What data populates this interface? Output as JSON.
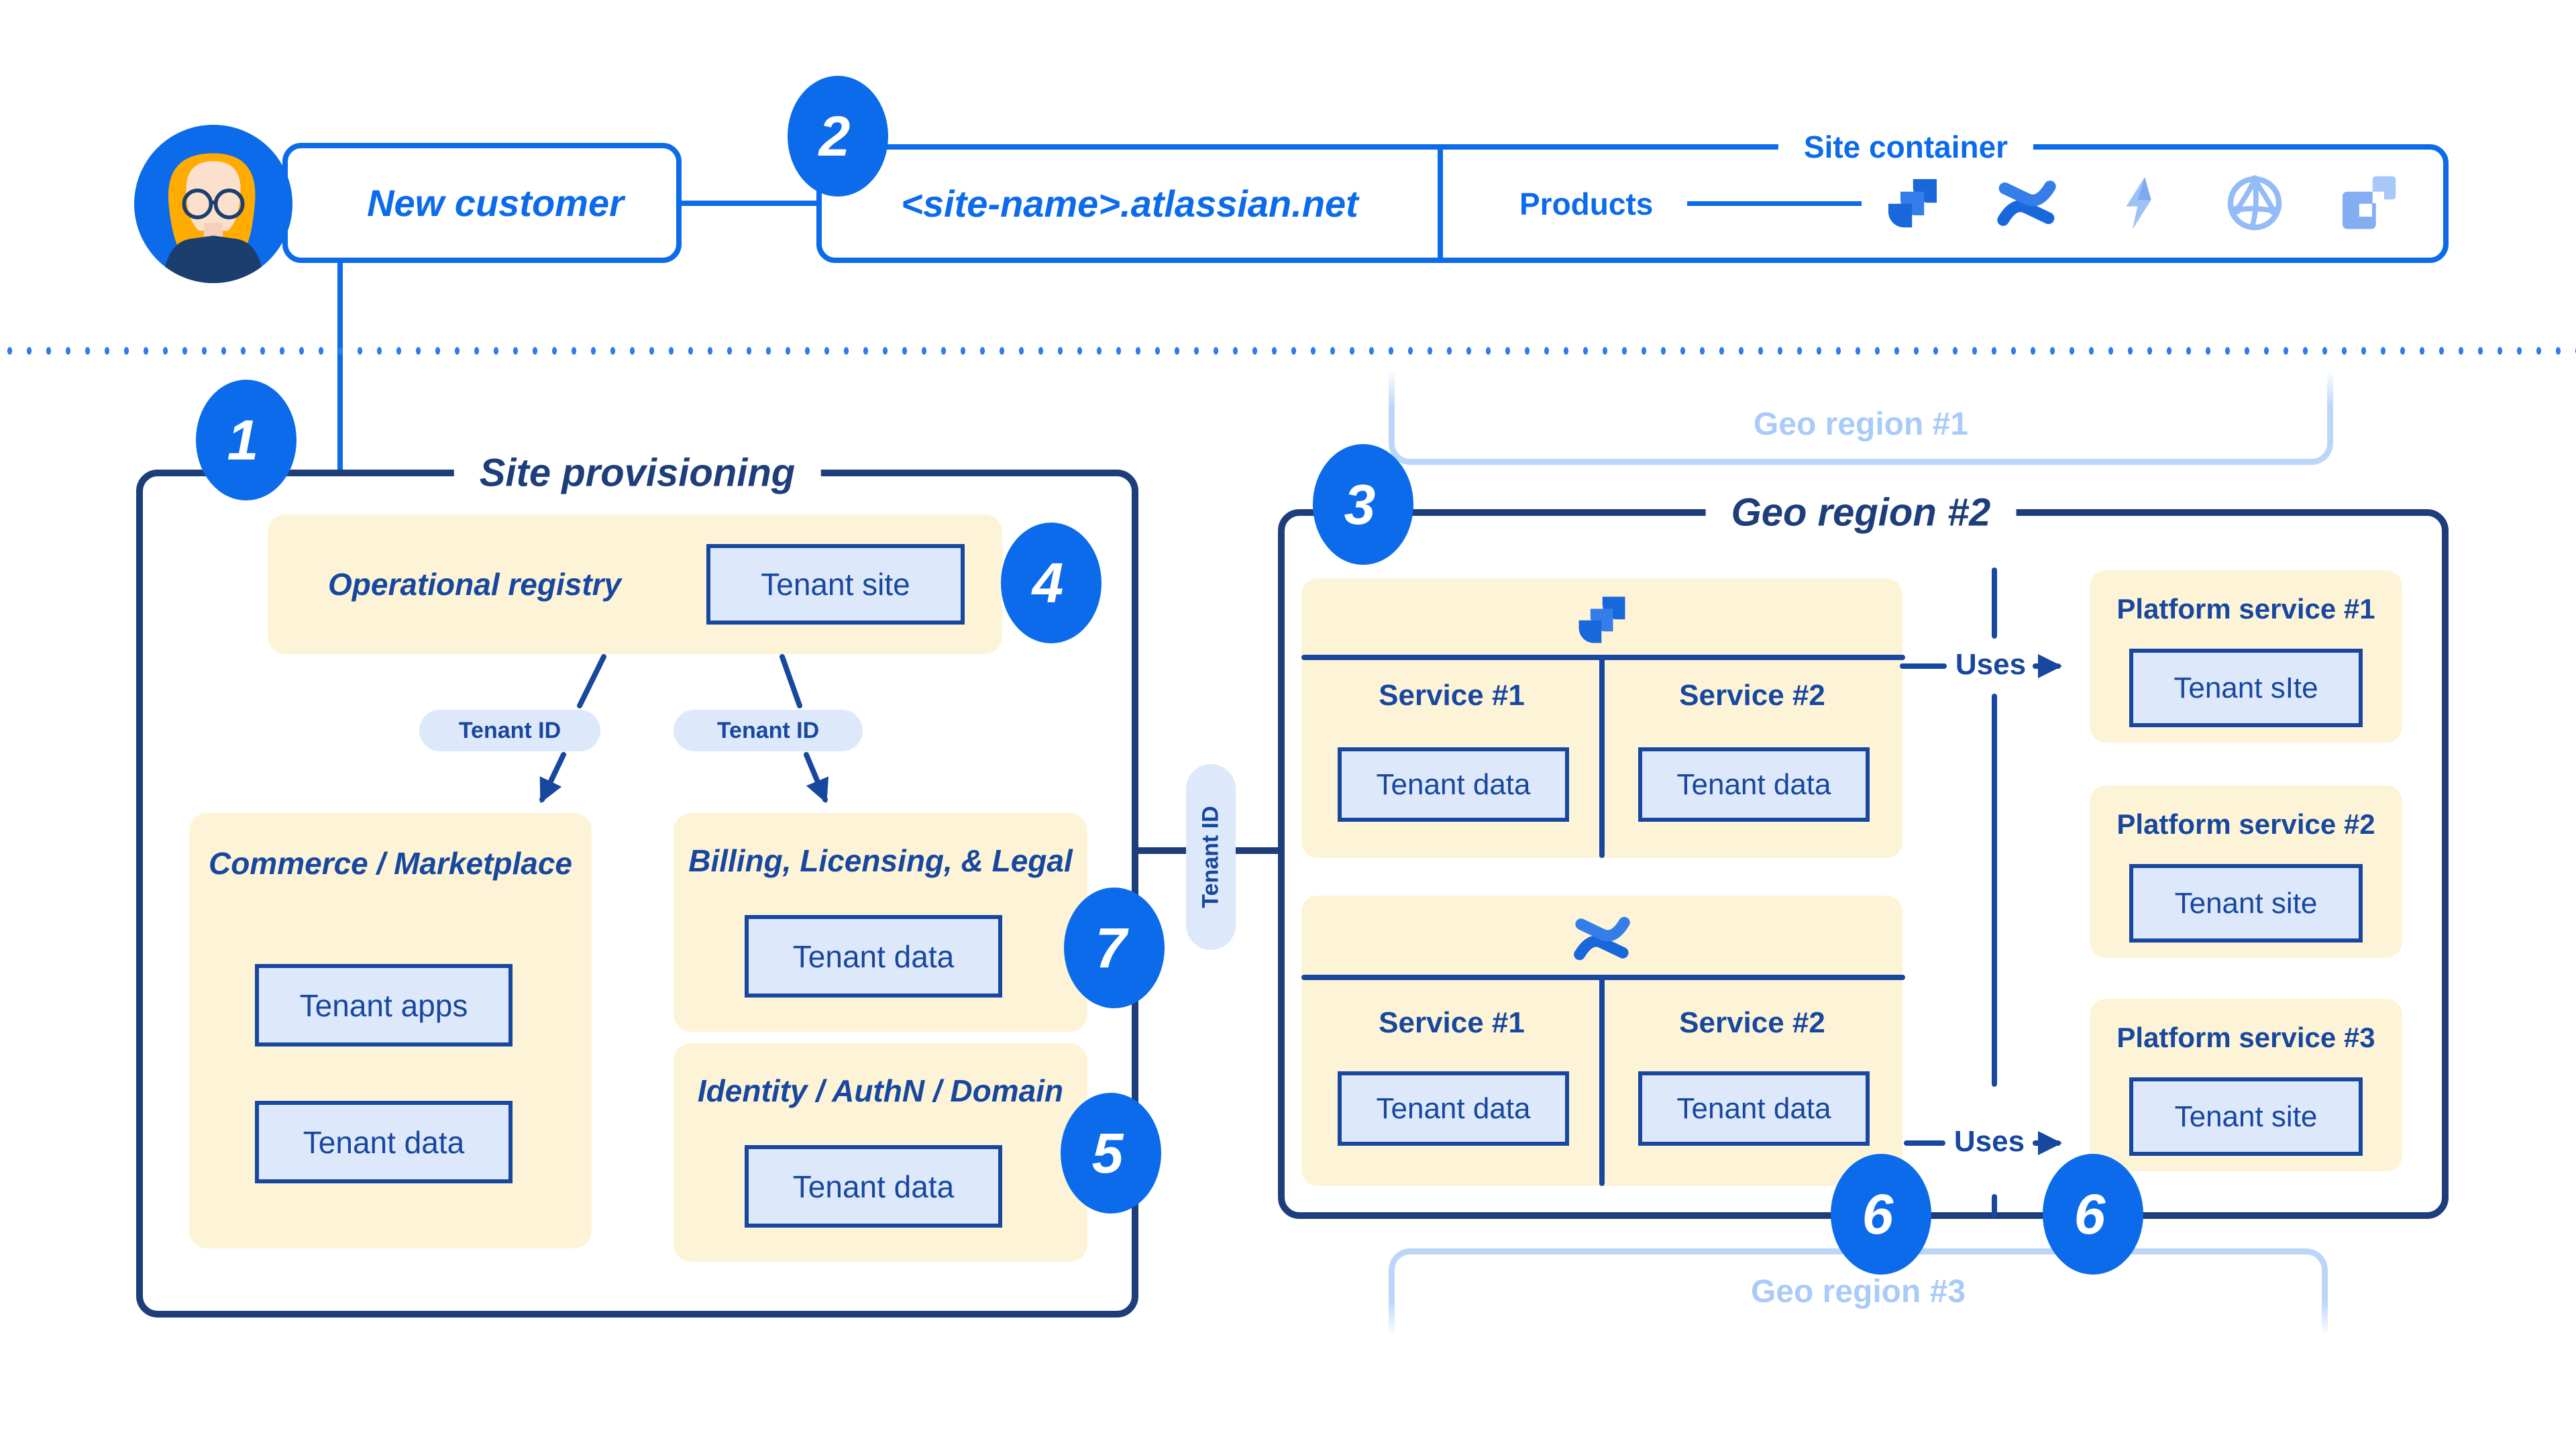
{
  "palette": {
    "bright_blue": "#0B6BEB",
    "navy": "#17479E",
    "navy_dark": "#1E3E7B",
    "cream": "#FDF4D8",
    "light_blue": "#DDE8FB",
    "faded_blue": "#BCD6FA"
  },
  "header": {
    "customer_label": "New customer",
    "badge2": "2",
    "site_url": "<site-name>.atlassian.net",
    "site_container_label": "Site container",
    "products_label": "Products",
    "product_icons": [
      {
        "name": "jira-icon"
      },
      {
        "name": "confluence-icon"
      },
      {
        "name": "lightning-bolt-icon"
      },
      {
        "name": "compass-icon"
      },
      {
        "name": "squares-icon"
      }
    ]
  },
  "site_provisioning": {
    "badge1": "1",
    "title": "Site provisioning",
    "operational_registry": {
      "title": "Operational registry",
      "tenant_site": "Tenant site",
      "badge4": "4"
    },
    "tenant_id_pill_left": "Tenant ID",
    "tenant_id_pill_right": "Tenant ID",
    "commerce": {
      "title": "Commerce / Marketplace",
      "tenant_apps": "Tenant apps",
      "tenant_data": "Tenant data"
    },
    "billing": {
      "title": "Billing, Licensing, & Legal",
      "tenant_data": "Tenant data",
      "badge7": "7"
    },
    "identity": {
      "title": "Identity / AuthN / Domain",
      "tenant_data": "Tenant data",
      "badge5": "5"
    }
  },
  "connector": {
    "tenant_id": "Tenant ID"
  },
  "geo": {
    "region1_label": "Geo region #1",
    "region2": {
      "badge3": "3",
      "title": "Geo region #2",
      "cards": [
        {
          "icon": "jira-icon",
          "s1": "Service #1",
          "s1_data": "Tenant data",
          "s2": "Service #2",
          "s2_data": "Tenant data"
        },
        {
          "icon": "confluence-icon",
          "s1": "Service #1",
          "s1_data": "Tenant data",
          "s2": "Service #2",
          "s2_data": "Tenant data"
        }
      ],
      "uses1": "Uses",
      "uses2": "Uses",
      "platform_services": [
        {
          "title": "Platform service #1",
          "box": "Tenant sIte"
        },
        {
          "title": "Platform service #2",
          "box": "Tenant site"
        },
        {
          "title": "Platform service #3",
          "box": "Tenant site"
        }
      ],
      "badge6a": "6",
      "badge6b": "6"
    },
    "region3_label": "Geo region #3"
  }
}
